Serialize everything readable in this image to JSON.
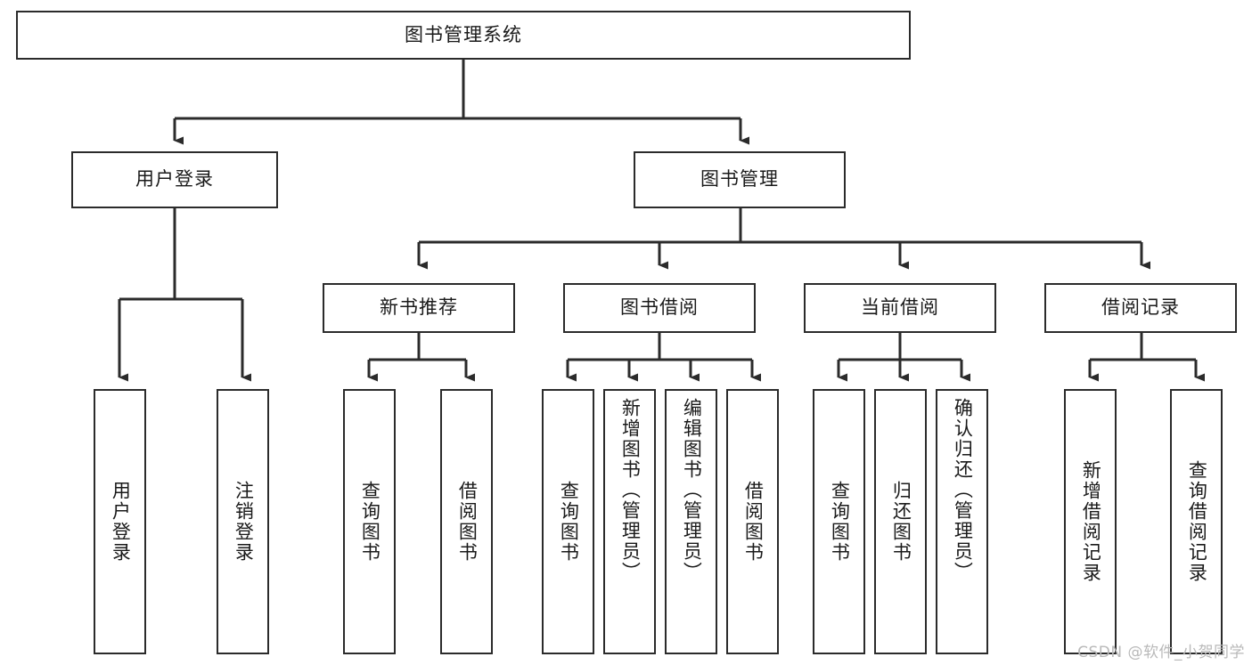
{
  "diagram": {
    "type": "tree-hierarchy",
    "title": "图书管理系统",
    "watermark": "CSDN @软件_小贺同学",
    "colors": {
      "stroke": "#2b2b2b",
      "fill": "#ffffff",
      "text": "#1a1a1a",
      "watermark": "#b9b9b9"
    },
    "levels": {
      "root": {
        "label": "图书管理系统"
      },
      "level2": [
        {
          "id": "user-login",
          "label": "用户登录"
        },
        {
          "id": "book-manage",
          "label": "图书管理"
        }
      ],
      "level3": [
        {
          "id": "new-book-recommend",
          "label": "新书推荐",
          "parent": "book-manage"
        },
        {
          "id": "book-borrow",
          "label": "图书借阅",
          "parent": "book-manage"
        },
        {
          "id": "current-borrow",
          "label": "当前借阅",
          "parent": "book-manage"
        },
        {
          "id": "borrow-record",
          "label": "借阅记录",
          "parent": "book-manage"
        }
      ],
      "leaves": [
        {
          "id": "leaf-user-login",
          "label": "用户登录",
          "parent": "user-login"
        },
        {
          "id": "leaf-user-logout",
          "label": "注销登录",
          "parent": "user-login"
        },
        {
          "id": "leaf-query-book-1",
          "label": "查询图书",
          "parent": "new-book-recommend"
        },
        {
          "id": "leaf-borrow-book-1",
          "label": "借阅图书",
          "parent": "new-book-recommend"
        },
        {
          "id": "leaf-query-book-2",
          "label": "查询图书",
          "parent": "book-borrow"
        },
        {
          "id": "leaf-add-book",
          "label": "新增图书（管理员）",
          "parent": "book-borrow"
        },
        {
          "id": "leaf-edit-book",
          "label": "编辑图书（管理员）",
          "parent": "book-borrow"
        },
        {
          "id": "leaf-borrow-book-2",
          "label": "借阅图书",
          "parent": "book-borrow"
        },
        {
          "id": "leaf-query-book-3",
          "label": "查询图书",
          "parent": "current-borrow"
        },
        {
          "id": "leaf-return-book",
          "label": "归还图书",
          "parent": "current-borrow"
        },
        {
          "id": "leaf-confirm-return",
          "label": "确认归还（管理员）",
          "parent": "current-borrow"
        },
        {
          "id": "leaf-add-record",
          "label": "新增借阅记录",
          "parent": "borrow-record"
        },
        {
          "id": "leaf-query-record",
          "label": "查询借阅记录",
          "parent": "borrow-record"
        }
      ]
    }
  }
}
